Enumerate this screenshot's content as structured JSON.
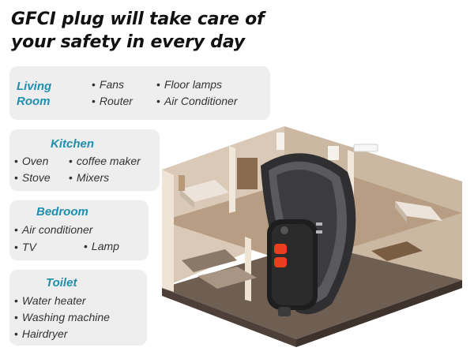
{
  "headline": {
    "line1": "GFCI plug will take care of",
    "line2": "your safety in every day"
  },
  "rooms": {
    "living_room": {
      "title_line1": "Living",
      "title_line2": "Room",
      "items": [
        "Fans",
        "Floor lamps",
        "Router",
        "Air Conditioner"
      ]
    },
    "kitchen": {
      "title": "Kitchen",
      "items": [
        "Oven",
        "coffee maker",
        "Stove",
        "Mixers"
      ]
    },
    "bedroom": {
      "title": "Bedroom",
      "items": [
        "Air conditioner",
        "TV",
        "Lamp"
      ]
    },
    "toilet": {
      "title": "Toilet",
      "items": [
        "Water heater",
        "Washing machine",
        "Hairdryer"
      ]
    }
  },
  "colors": {
    "accent": "#1e8fae",
    "card_bg": "#eeeeee",
    "plug_button": "#e8401c"
  }
}
